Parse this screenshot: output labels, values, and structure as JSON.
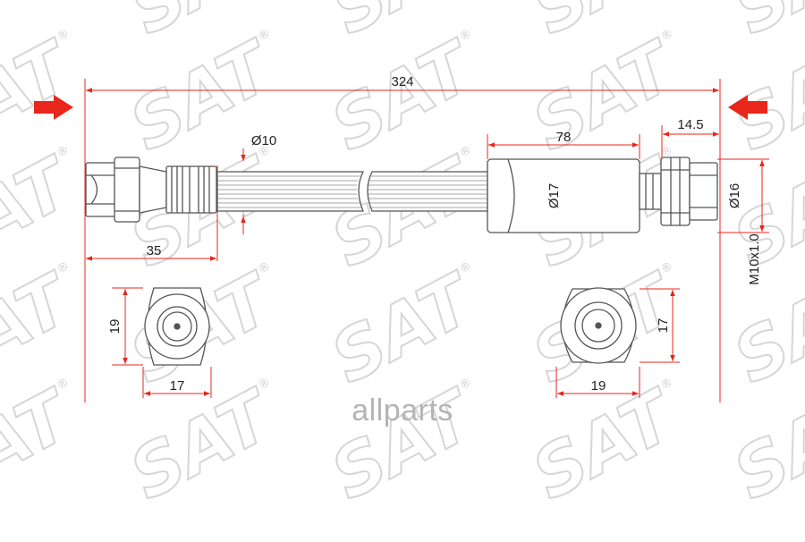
{
  "watermark": {
    "text": "SAT",
    "registered": "®"
  },
  "brand_watermark": "allparts",
  "dimensions": {
    "total_length": "324",
    "hose_diameter": "Ø10",
    "sleeve_length": "78",
    "end_length": "14.5",
    "sleeve_diameter": "Ø17",
    "end_diameter": "Ø16",
    "thread": "M10x1.0",
    "left_fitting_length": "35",
    "left_end_height": "19",
    "left_end_width": "17",
    "right_end_height": "17",
    "right_end_width": "19"
  },
  "colors": {
    "arrow": "#e8261c",
    "dim_line": "#e8261c",
    "part": "#555555",
    "watermark": "#d6d6d6"
  }
}
